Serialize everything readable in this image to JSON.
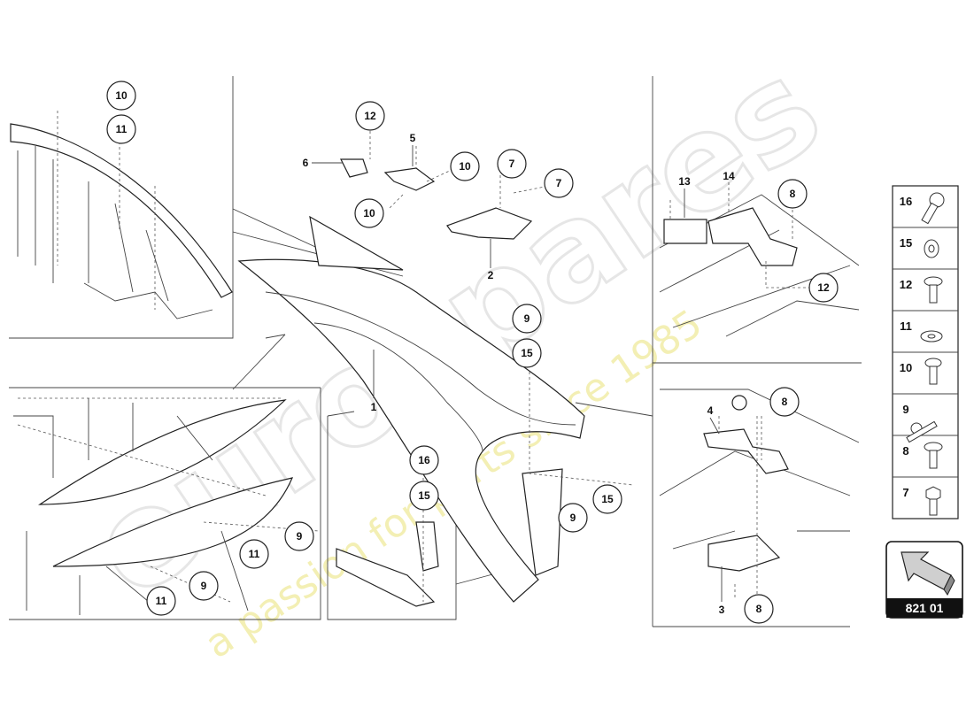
{
  "watermark": {
    "brand": "eurospares",
    "tagline": "a passion for parts since 1985"
  },
  "callouts": [
    {
      "id": "c10-tl",
      "number": "10"
    },
    {
      "id": "c11-tl",
      "number": "11"
    },
    {
      "id": "c12-top",
      "number": "12"
    },
    {
      "id": "c10-mid",
      "number": "10"
    },
    {
      "id": "c10-left",
      "number": "10"
    },
    {
      "id": "c7-a",
      "number": "7"
    },
    {
      "id": "c7-b",
      "number": "7"
    },
    {
      "id": "c9-mid",
      "number": "9"
    },
    {
      "id": "c15-mid",
      "number": "15"
    },
    {
      "id": "c16-low",
      "number": "16"
    },
    {
      "id": "c15-low",
      "number": "15"
    },
    {
      "id": "c9-right",
      "number": "9"
    },
    {
      "id": "c15-right",
      "number": "15"
    },
    {
      "id": "c9-bl1",
      "number": "9"
    },
    {
      "id": "c11-bl1",
      "number": "11"
    },
    {
      "id": "c9-bl2",
      "number": "9"
    },
    {
      "id": "c11-bl2",
      "number": "11"
    },
    {
      "id": "c8-tr",
      "number": "8"
    },
    {
      "id": "c12-tr",
      "number": "12"
    },
    {
      "id": "c8-br",
      "number": "8"
    },
    {
      "id": "c8-bottom",
      "number": "8"
    }
  ],
  "labels": [
    {
      "id": "l5",
      "number": "5"
    },
    {
      "id": "l6",
      "number": "6"
    },
    {
      "id": "l2",
      "number": "2"
    },
    {
      "id": "l1",
      "number": "1"
    },
    {
      "id": "l13",
      "number": "13"
    },
    {
      "id": "l14",
      "number": "14"
    },
    {
      "id": "l4",
      "number": "4"
    },
    {
      "id": "l3",
      "number": "3"
    }
  ],
  "legend": [
    {
      "number": "16",
      "icon": "flange-bolt-icon"
    },
    {
      "number": "15",
      "icon": "washer-icon"
    },
    {
      "number": "12",
      "icon": "flange-screw-icon"
    },
    {
      "number": "11",
      "icon": "flat-washer-icon"
    },
    {
      "number": "10",
      "icon": "torx-screw-icon"
    },
    {
      "number": "9",
      "icon": "long-bolt-icon"
    },
    {
      "number": "8",
      "icon": "flange-screw-icon"
    },
    {
      "number": "7",
      "icon": "hex-bolt-icon"
    }
  ],
  "reference": {
    "code": "821 01",
    "icon": "arrow-icon"
  }
}
